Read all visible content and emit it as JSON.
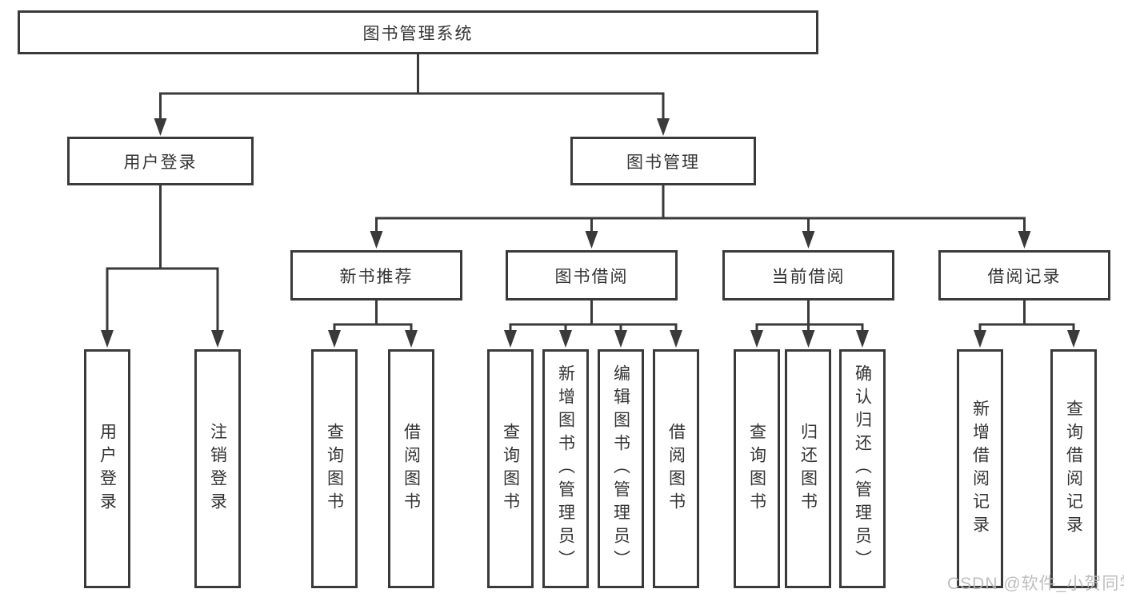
{
  "diagram": {
    "title": "图书管理系统",
    "root": {
      "label": "图书管理系统"
    },
    "level2": [
      {
        "label": "用户登录"
      },
      {
        "label": "图书管理"
      }
    ],
    "level3": [
      {
        "label": "新书推荐",
        "parent": "图书管理"
      },
      {
        "label": "图书借阅",
        "parent": "图书管理"
      },
      {
        "label": "当前借阅",
        "parent": "图书管理"
      },
      {
        "label": "借阅记录",
        "parent": "图书管理"
      }
    ],
    "leaves": [
      {
        "label": "用户登录",
        "parent": "用户登录"
      },
      {
        "label": "注销登录",
        "parent": "用户登录"
      },
      {
        "label": "查询图书",
        "parent": "新书推荐"
      },
      {
        "label": "借阅图书",
        "parent": "新书推荐"
      },
      {
        "label": "查询图书",
        "parent": "图书借阅"
      },
      {
        "label": "新增图书（管理员）",
        "parent": "图书借阅"
      },
      {
        "label": "编辑图书（管理员）",
        "parent": "图书借阅"
      },
      {
        "label": "借阅图书",
        "parent": "图书借阅"
      },
      {
        "label": "查询图书",
        "parent": "当前借阅"
      },
      {
        "label": "归还图书",
        "parent": "当前借阅"
      },
      {
        "label": "确认归还（管理员）",
        "parent": "当前借阅"
      },
      {
        "label": "新增借阅记录",
        "parent": "借阅记录"
      },
      {
        "label": "查询借阅记录",
        "parent": "借阅记录"
      }
    ]
  },
  "watermark": {
    "text": "CSDN @软件_小贺同学"
  },
  "colors": {
    "line": "#3a3a3a",
    "text": "#333333",
    "background": "#ffffff",
    "watermark": "#b9b9b9"
  }
}
